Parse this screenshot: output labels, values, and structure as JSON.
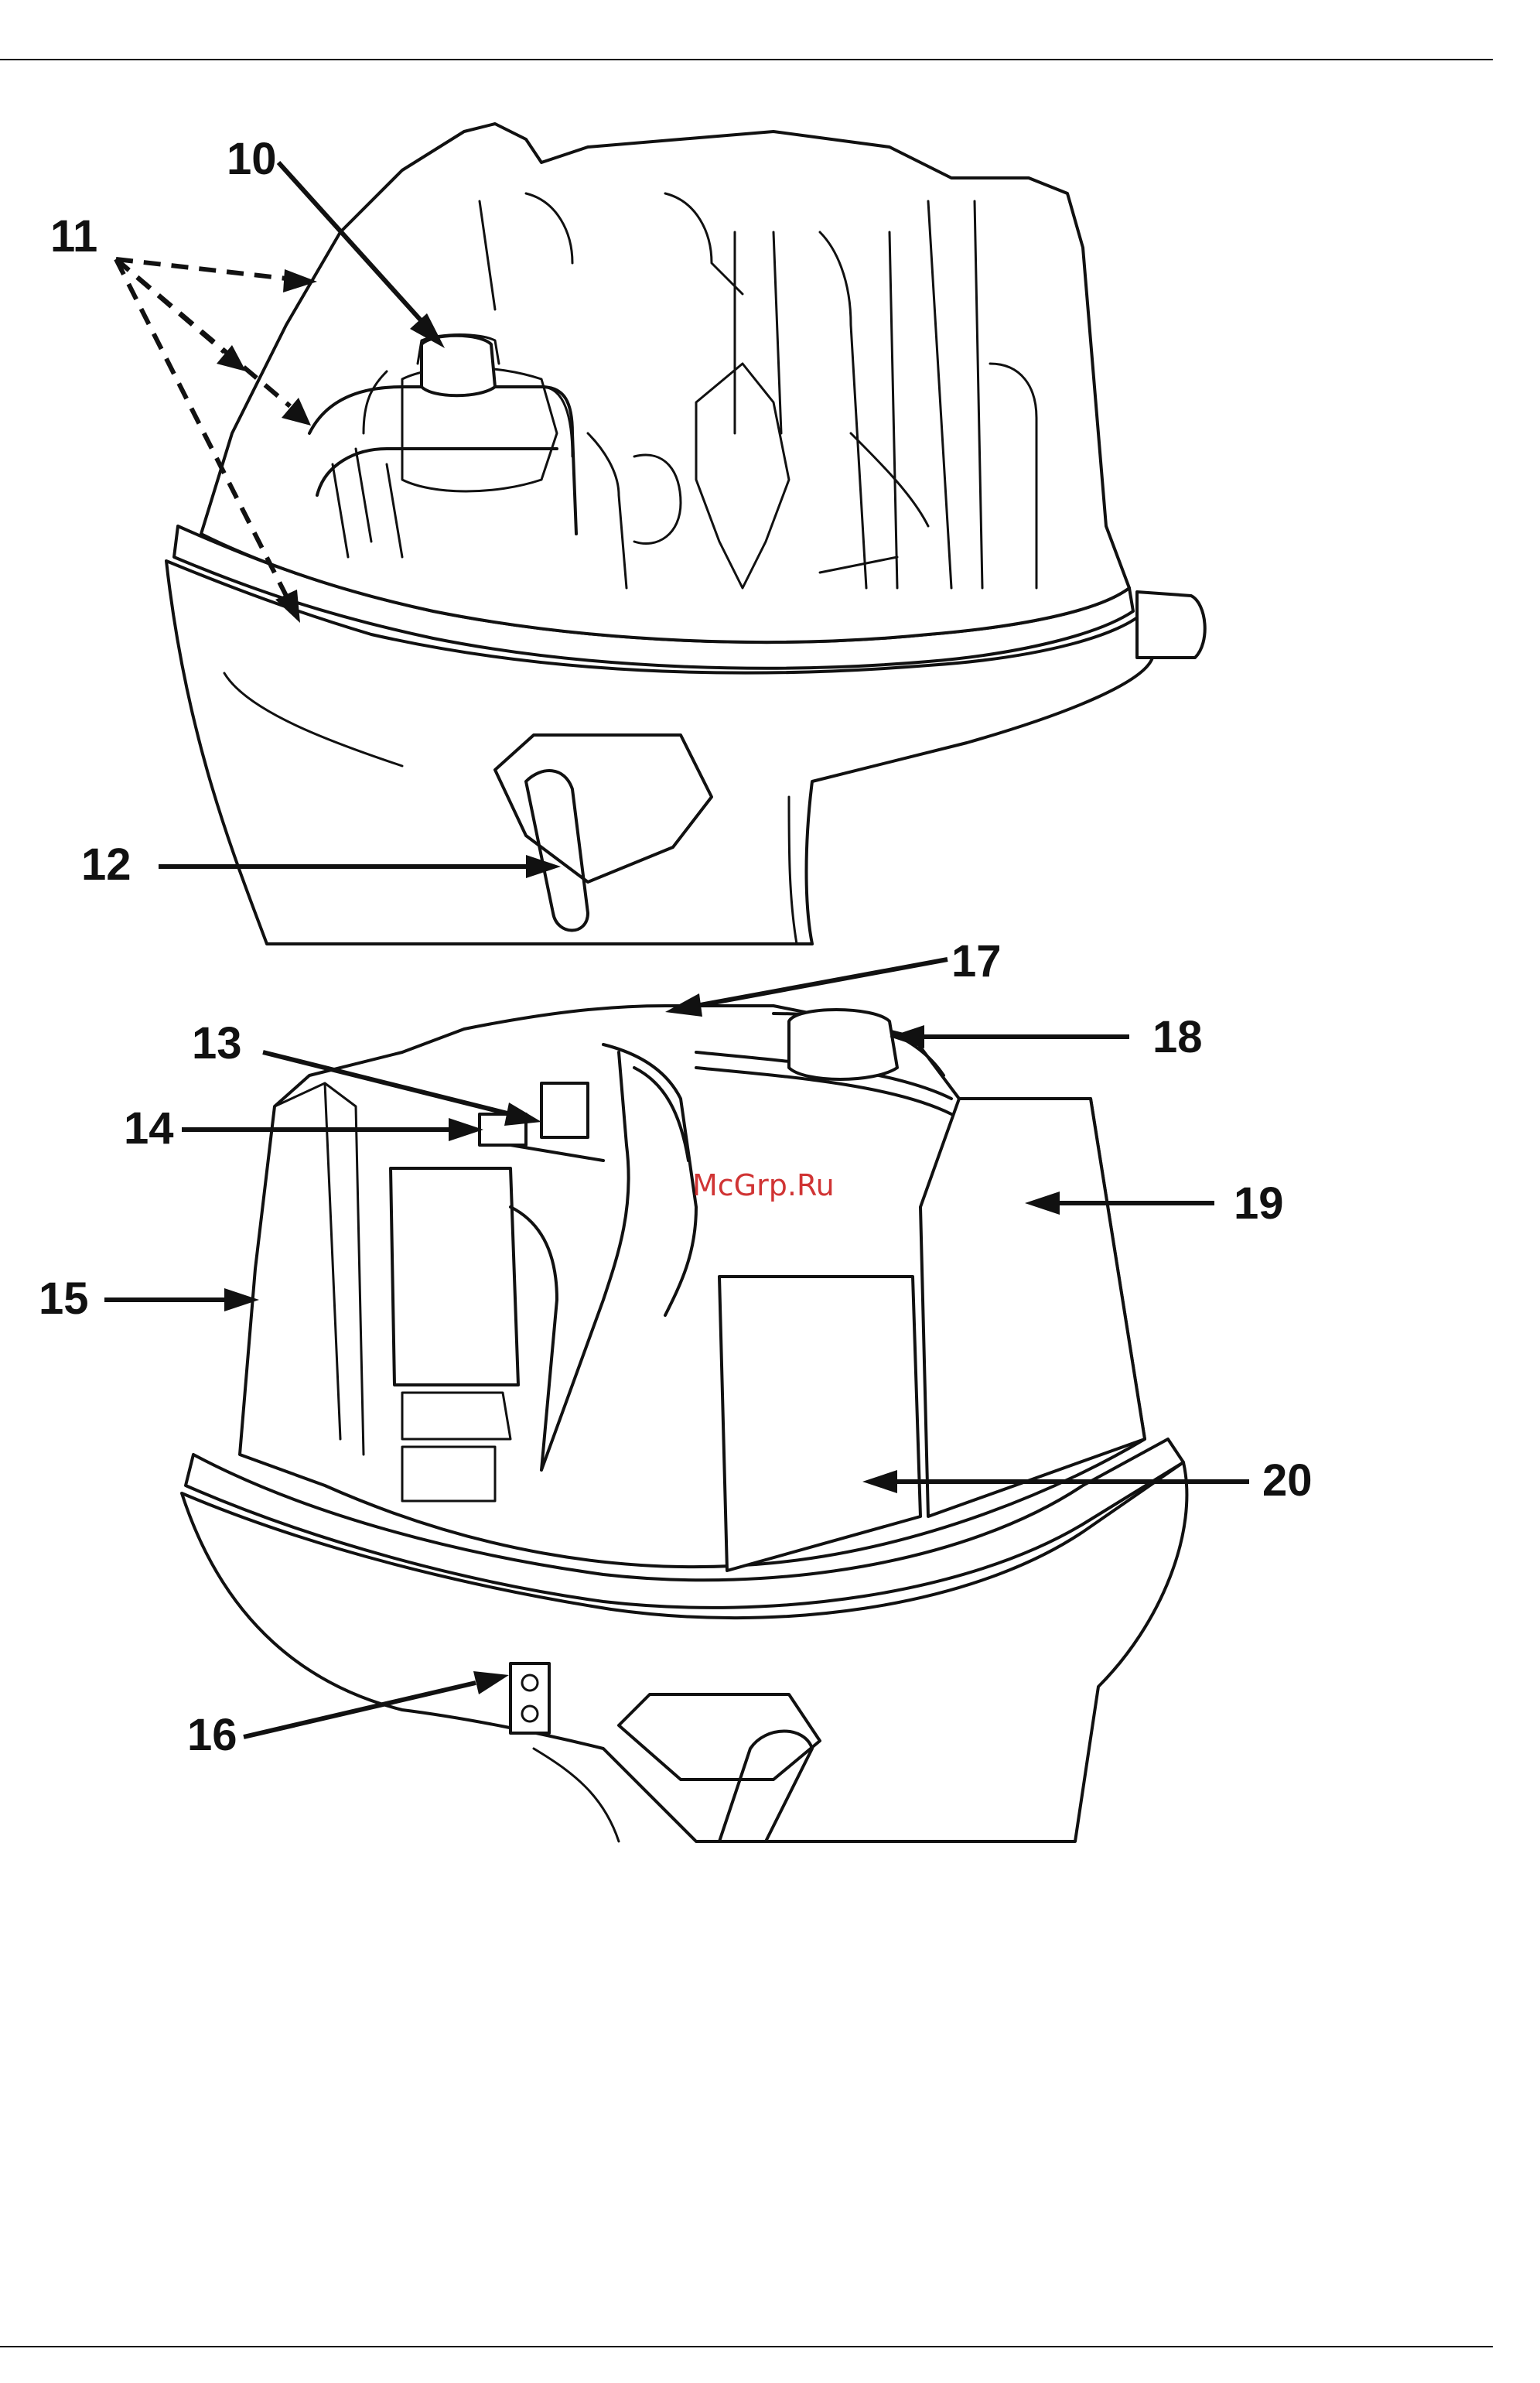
{
  "document": {
    "figures": [
      {
        "id": "upper",
        "callouts": [
          {
            "label": "10"
          },
          {
            "label": "11"
          },
          {
            "label": "12"
          }
        ]
      },
      {
        "id": "lower",
        "callouts": [
          {
            "label": "13"
          },
          {
            "label": "14"
          },
          {
            "label": "15"
          },
          {
            "label": "16"
          },
          {
            "label": "17"
          },
          {
            "label": "18"
          },
          {
            "label": "19"
          },
          {
            "label": "20"
          }
        ]
      }
    ],
    "watermark": "McGrp.Ru"
  }
}
